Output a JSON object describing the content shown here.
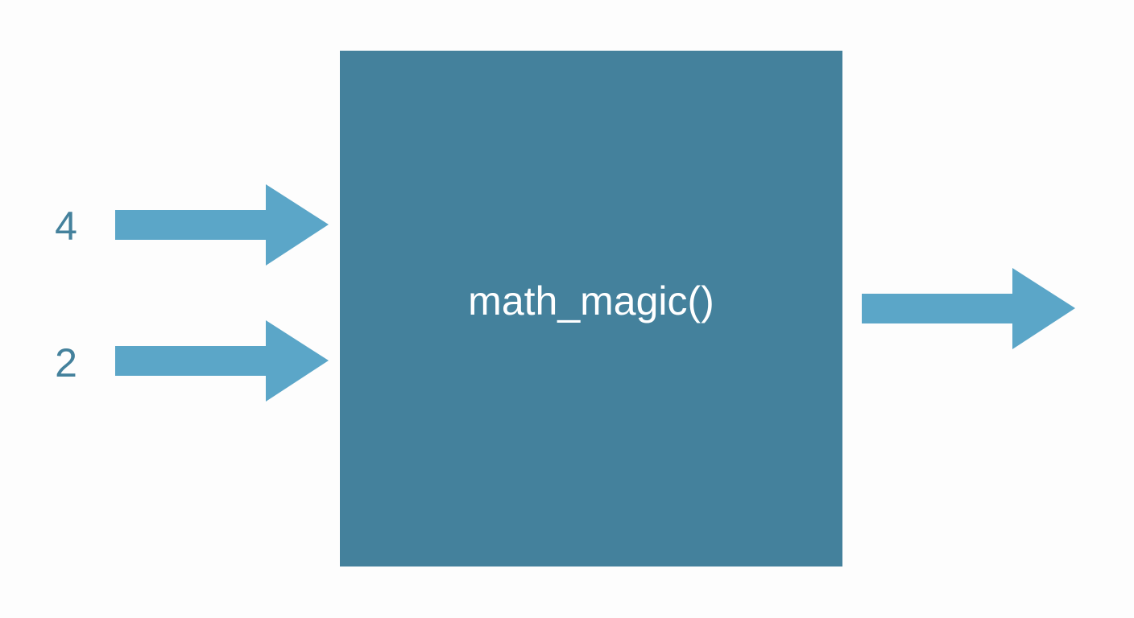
{
  "inputs": [
    {
      "label": "4"
    },
    {
      "label": "2"
    }
  ],
  "function_box": {
    "label": "math_magic()"
  },
  "colors": {
    "box": "#44819c",
    "arrow": "#5ba6c8",
    "input_text": "#44819c",
    "box_text": "#ffffff"
  }
}
